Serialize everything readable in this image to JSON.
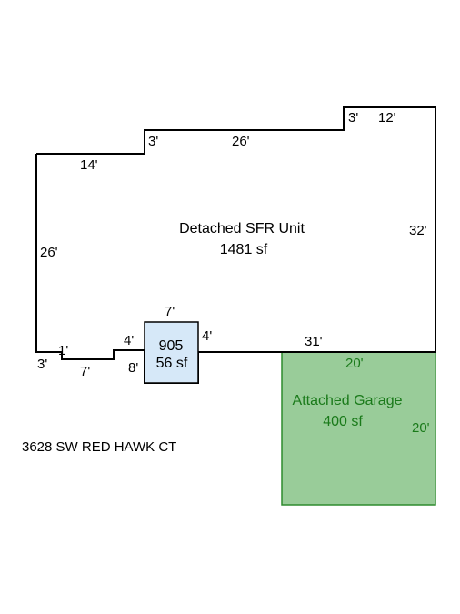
{
  "colors": {
    "outline": "#000000",
    "garage_fill": "#99cc99",
    "garage_stroke": "#2e8b2e",
    "garage_text": "#1a7a1a",
    "porch_fill": "#d6e8f8",
    "porch_stroke": "#000000"
  },
  "main_unit": {
    "name": "Detached SFR Unit",
    "area": "1481 sf",
    "dims": {
      "left": "26'",
      "top_left": "14'",
      "step1": "3'",
      "top_mid": "26'",
      "step2": "3'",
      "top_right": "12'",
      "right": "32'",
      "bottom_right": "31'",
      "bottom_mid_right": "4'",
      "bottom_mid_left": "4'",
      "bottom_step": "8'",
      "bottom_left_a": "7'",
      "bottom_left_b": "1'",
      "bottom_left_c": "3'"
    }
  },
  "porch": {
    "name": "905",
    "area": "56 sf",
    "dim_top": "7'"
  },
  "garage": {
    "name": "Attached Garage",
    "area": "400 sf",
    "dim_top": "20'",
    "dim_right": "20'"
  },
  "address": "3628 SW RED HAWK CT"
}
